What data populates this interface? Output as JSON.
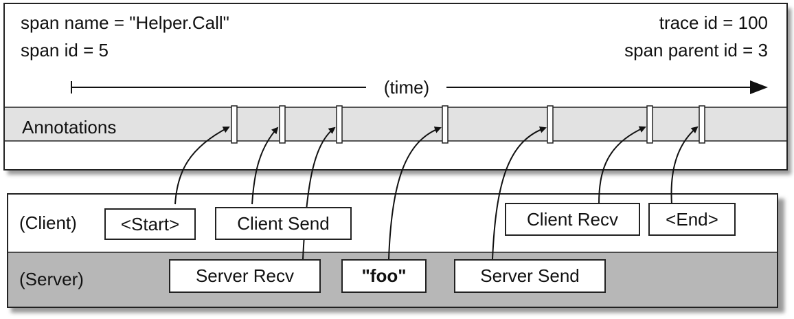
{
  "span": {
    "name_text": "span name = \"Helper.Call\"",
    "id_text": "span id = 5",
    "trace_text": "trace id = 100",
    "parent_text": "span parent id = 3"
  },
  "timeline": {
    "label": "(time)"
  },
  "annotations": {
    "row_label": "Annotations"
  },
  "client": {
    "row_label": "(Client)",
    "boxes": [
      "<Start>",
      "Client Send",
      "Client Recv",
      "<End>"
    ]
  },
  "server": {
    "row_label": "(Server)",
    "boxes": [
      "Server Recv",
      "\"foo\"",
      "Server Send"
    ]
  },
  "colors": {
    "annotations_band": "#e2e2e2",
    "server_band": "#b7b7b7",
    "border": "#222222",
    "shadow": "#9a9a9a"
  }
}
